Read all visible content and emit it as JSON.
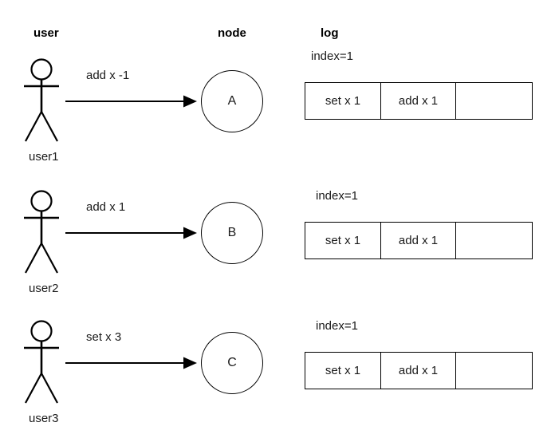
{
  "headers": {
    "user": "user",
    "node": "node",
    "log": "log"
  },
  "rows": [
    {
      "actor_label": "user1",
      "message": "add x -1",
      "node_label": "A",
      "log": {
        "index_label": "index=1",
        "cells": [
          "set x 1",
          "add x 1",
          ""
        ]
      }
    },
    {
      "actor_label": "user2",
      "message": "add x 1",
      "node_label": "B",
      "log": {
        "index_label": "index=1",
        "cells": [
          "set x 1",
          "add x 1",
          ""
        ]
      }
    },
    {
      "actor_label": "user3",
      "message": "set x 3",
      "node_label": "C",
      "log": {
        "index_label": "index=1",
        "cells": [
          "set x 1",
          "add x 1",
          ""
        ]
      }
    }
  ],
  "colors": {
    "stroke": "#000000",
    "text": "#1a1a1a",
    "background": "#ffffff"
  }
}
